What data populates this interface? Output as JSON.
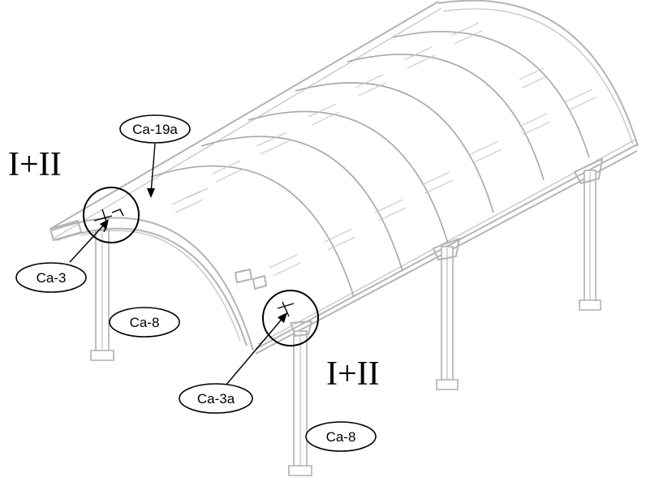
{
  "labels": {
    "step_left": "I+II",
    "step_right": "I+II"
  },
  "callouts": [
    {
      "id": "ca19a",
      "text": "Ca-19a"
    },
    {
      "id": "ca3",
      "text": "Ca-3"
    },
    {
      "id": "ca8_left",
      "text": "Ca-8"
    },
    {
      "id": "ca3a",
      "text": "Ca-3a"
    },
    {
      "id": "ca8_right",
      "text": "Ca-8"
    }
  ],
  "colors": {
    "line_art": "#b4b4b4",
    "annotation": "#000000",
    "background": "#ffffff"
  }
}
